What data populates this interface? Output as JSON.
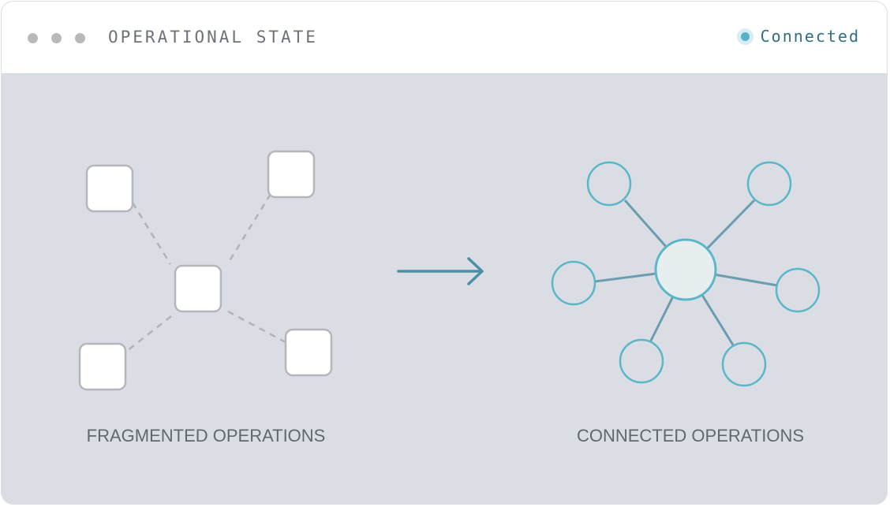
{
  "window": {
    "title": "OPERATIONAL STATE",
    "status": {
      "text": "Connected",
      "color": "#58b1c7"
    },
    "controls": [
      "dot-icon",
      "dot-icon",
      "dot-icon"
    ]
  },
  "diagram": {
    "left_label": "FRAGMENTED OPERATIONS",
    "right_label": "CONNECTED OPERATIONS",
    "fragmented": {
      "hub": "square-node",
      "satellites": 4,
      "link_style": "dashed",
      "color": "#b4b6ba"
    },
    "transition": "arrow-right-icon",
    "connected": {
      "hub": "circle-node",
      "satellites": 6,
      "link_style": "solid",
      "node_color": "#5bb6c8",
      "link_color": "#6a9db0"
    }
  }
}
